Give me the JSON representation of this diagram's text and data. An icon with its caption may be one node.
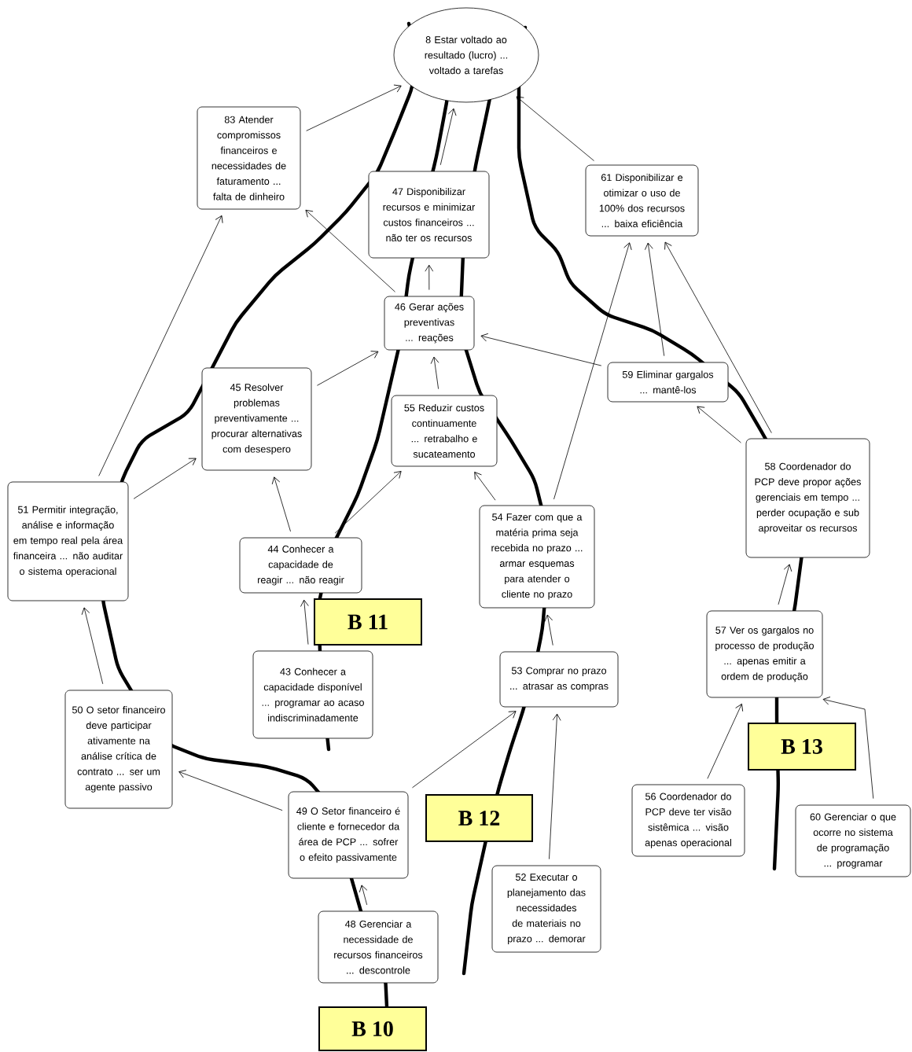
{
  "diagram": {
    "nodes": [
      {
        "text": [
          "8 Estar voltado ao resultado (lucro) ... voltado a tarefas"
        ]
      },
      {
        "text": [
          "83 Atender compromissos financeiros e necessidades de faturamento ... falta de dinheiro"
        ]
      },
      {
        "text": [
          "47 Disponibilizar recursos e minimizar custos financeiros ... não ter os recursos"
        ]
      },
      {
        "text": [
          "61 Disponibilizar e otimizar o uso de 100% dos recursos ... baixa eficiência"
        ]
      },
      {
        "text": [
          "46 Gerar ações preventivas ... reações"
        ]
      },
      {
        "text": [
          "45 Resolver problemas preventivamente ... procurar alternativas com desespero"
        ]
      },
      {
        "text": [
          "55 Reduzir custos continuamente ... retrabalho e sucateamento"
        ]
      },
      {
        "text": [
          "59 Eliminar gargalos ... mantê-los"
        ]
      },
      {
        "text": [
          "58 Coordenador do PCP deve propor ações gerenciais em tempo ... perder ocupação e sub aproveitar os recursos"
        ]
      },
      {
        "text": [
          "51 Permitir integração, análise e informação em tempo real pela área financeira ... não auditar o sistema operacional"
        ]
      },
      {
        "text": [
          "44 Conhecer a capacidade de reagir ... não reagir"
        ]
      },
      {
        "text": [
          "54 Fazer com que a matéria prima seja recebida no prazo ... armar esquemas para atender o cliente no prazo"
        ]
      },
      {
        "text": [
          "43 Conhecer a capacidade disponível ... programar ao acaso indiscriminadamente"
        ]
      },
      {
        "text": [
          "53 Comprar no prazo ... atrasar as compras"
        ]
      },
      {
        "text": [
          "57 Ver os gargalos no processo de produção ... apenas emitir a ordem de produção"
        ]
      },
      {
        "text": [
          "50 O setor financeiro deve participar ativamente na análise crítica de contrato ... ser um agente passivo"
        ]
      },
      {
        "text": [
          "49 O Setor financeiro é cliente e fornecedor da área de PCP ... sofrer o efeito passivamente"
        ]
      },
      {
        "text": [
          "56 Coordenador do PCP deve ter visão sistêmica ... visão apenas operacional"
        ]
      },
      {
        "text": [
          "60 Gerenciar o que ocorre no sistema de programação ... programar"
        ]
      },
      {
        "text": [
          "52 Executar o planejamento das necessidades de materiais no prazo ... demorar"
        ]
      },
      {
        "text": [
          "48 Gerenciar a necessidade de recursos financeiros ... descontrole"
        ]
      },
      {
        "text": [
          "B 11"
        ]
      },
      {
        "text": [
          "B 13"
        ]
      },
      {
        "text": [
          "B 12"
        ]
      },
      {
        "text": [
          "B 10"
        ]
      }
    ],
    "edges": [
      {
        "from": 1,
        "to": 0,
        "arrow": "to"
      },
      {
        "from": 2,
        "to": 0,
        "arrow": "to"
      },
      {
        "from": 3,
        "to": 0,
        "arrow": "to"
      },
      {
        "from": 4,
        "to": 1,
        "arrow": "to"
      },
      {
        "from": 4,
        "to": 2,
        "arrow": "to"
      },
      {
        "from": 5,
        "to": 4,
        "arrow": "to"
      },
      {
        "from": 6,
        "to": 4,
        "arrow": "to"
      },
      {
        "from": 7,
        "to": 4,
        "arrow": "to"
      },
      {
        "from": 7,
        "to": 3,
        "arrow": "to"
      },
      {
        "from": 11,
        "to": 3,
        "arrow": "to"
      },
      {
        "from": 8,
        "to": 3,
        "arrow": "to"
      },
      {
        "from": 8,
        "to": 7,
        "arrow": "to"
      },
      {
        "from": 9,
        "to": 1,
        "arrow": "to"
      },
      {
        "from": 9,
        "to": 5,
        "arrow": "to"
      },
      {
        "from": 10,
        "to": 5,
        "arrow": "to"
      },
      {
        "from": 10,
        "to": 6,
        "arrow": "to"
      },
      {
        "from": 11,
        "to": 6,
        "arrow": "to"
      },
      {
        "from": 12,
        "to": 10,
        "arrow": "to"
      },
      {
        "from": 15,
        "to": 9,
        "arrow": "to"
      },
      {
        "from": 16,
        "to": 15,
        "arrow": "to"
      },
      {
        "from": 16,
        "to": 13,
        "arrow": "to"
      },
      {
        "from": 20,
        "to": 16,
        "arrow": "to"
      },
      {
        "from": 13,
        "to": 11,
        "arrow": "to"
      },
      {
        "from": 19,
        "to": 13,
        "arrow": "to"
      },
      {
        "from": 14,
        "to": 8,
        "arrow": "to"
      },
      {
        "from": 17,
        "to": 14,
        "arrow": "to"
      },
      {
        "from": 18,
        "to": 14,
        "arrow": "to"
      }
    ]
  }
}
